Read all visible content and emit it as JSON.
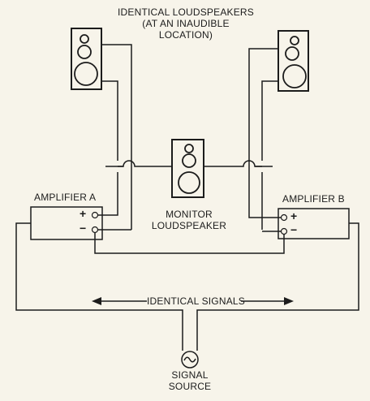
{
  "labels": {
    "identical_line1": "IDENTICAL LOUDSPEAKERS",
    "identical_line2": "(AT AN INAUDIBLE",
    "identical_line3": "LOCATION)",
    "amp_a": "AMPLIFIER A",
    "amp_b": "AMPLIFIER B",
    "monitor_line1": "MONITOR",
    "monitor_line2": "LOUDSPEAKER",
    "identical_signals": "IDENTICAL SIGNALS",
    "source_line1": "SIGNAL",
    "source_line2": "SOURCE",
    "plus": "+",
    "minus": "−"
  }
}
